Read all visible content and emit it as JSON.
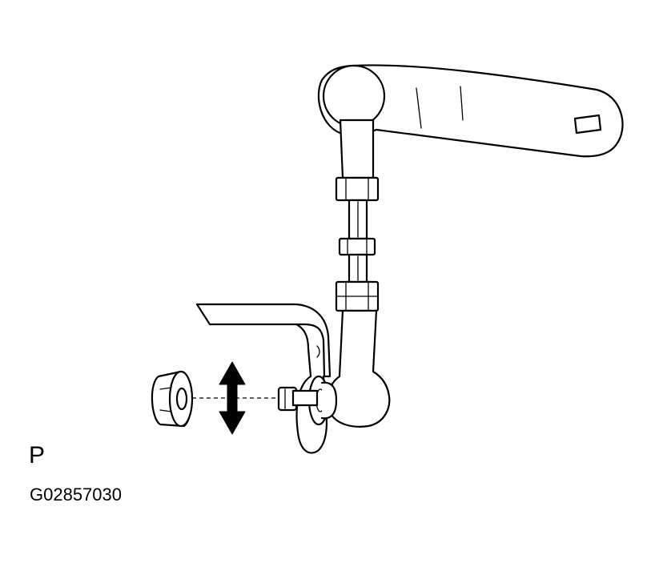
{
  "labels": {
    "view_letter": "P",
    "figure_code": "G02857030"
  },
  "colors": {
    "line": "#000000",
    "background": "#ffffff"
  },
  "motion_indicator": "double-headed-vertical-arrow"
}
